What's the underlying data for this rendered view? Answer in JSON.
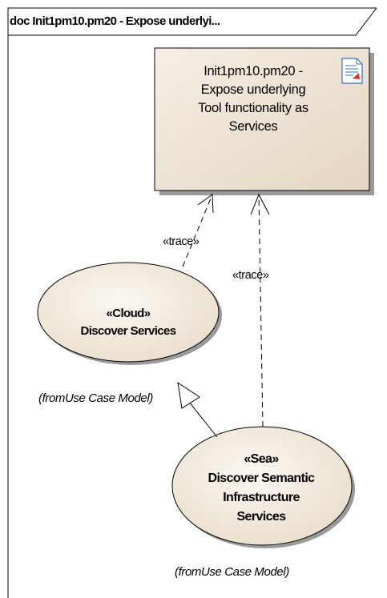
{
  "frame": {
    "title": "doc Init1pm10.pm20 - Expose underlyi..."
  },
  "requirement": {
    "name_line1": "Init1pm10.pm20 -",
    "name_line2": "Expose underlying",
    "name_line3": "Tool functionality as",
    "name_line4": "Services",
    "icon": "requirement-document-icon"
  },
  "use_cases": [
    {
      "stereotype": "«Cloud»",
      "name_line1": "Discover Services",
      "from": "(fromUse Case Model)"
    },
    {
      "stereotype": "«Sea»",
      "name_line1": "Discover Semantic",
      "name_line2": "Infrastructure",
      "name_line3": "Services",
      "from": "(fromUse Case Model)"
    }
  ],
  "connectors": [
    {
      "label": "«trace»",
      "kind": "dependency-dashed"
    },
    {
      "label": "«trace»",
      "kind": "dependency-dashed"
    },
    {
      "label": "",
      "kind": "generalization"
    }
  ],
  "colors": {
    "requirement_fill": "#ede3d4",
    "usecase_fill": "#f1e9dc",
    "shadow": "#9a9a9a",
    "stroke": "#000000"
  }
}
